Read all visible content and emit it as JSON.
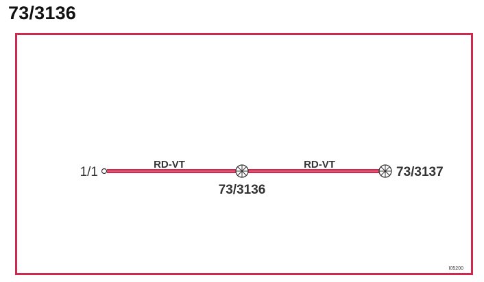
{
  "header": {
    "title": "73/3136"
  },
  "diagram": {
    "start_label": "1/1",
    "segments": [
      {
        "label": "RD-VT"
      },
      {
        "label": "RD-VT"
      }
    ],
    "nodes": [
      {
        "label": "73/3136",
        "icon": "circle-cross-node-icon"
      },
      {
        "label": "73/3137",
        "icon": "circle-cross-node-icon"
      }
    ],
    "code": "I05200"
  },
  "colors": {
    "frame": "#cc2a4f",
    "cable": "#cc2a4f",
    "text": "#333333"
  }
}
